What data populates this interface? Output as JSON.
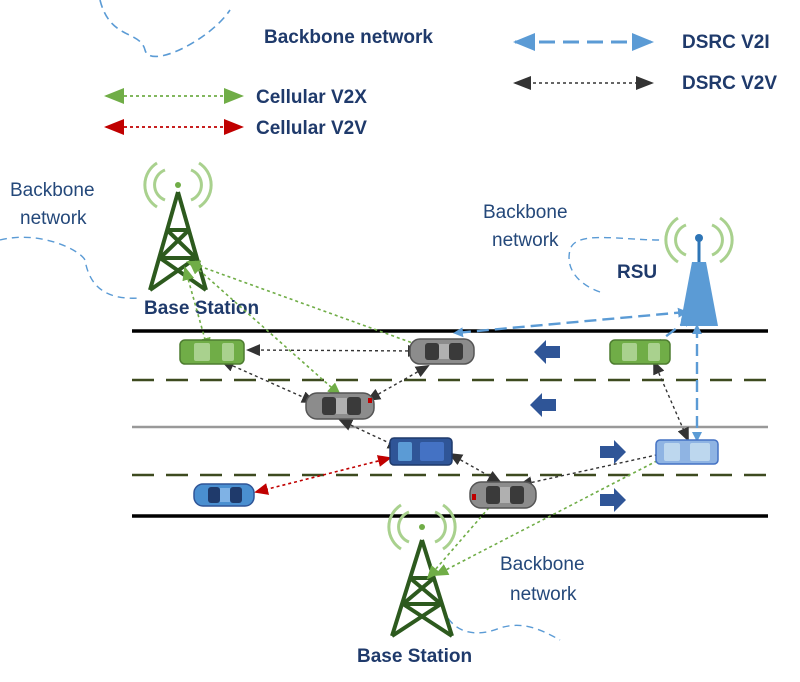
{
  "legend": {
    "backbone": "Backbone network",
    "dsrc_v2i": "DSRC V2I",
    "cellular_v2x": "Cellular V2X",
    "dsrc_v2v": "DSRC V2V",
    "cellular_v2v": "Cellular V2V"
  },
  "labels": {
    "bs_top_backbone_1": "Backbone",
    "bs_top_backbone_2": "network",
    "rsu_backbone_1": "Backbone",
    "rsu_backbone_2": "network",
    "bs_bottom_backbone_1": "Backbone",
    "bs_bottom_backbone_2": "network",
    "base_station_top": "Base Station",
    "base_station_bottom": "Base Station",
    "rsu": "RSU"
  },
  "colors": {
    "backbone": "#5b9bd5",
    "v2i": "#5b9bd5",
    "cellular_v2x": "#70ad47",
    "cellular_v2v": "#c00000",
    "dsrc_v2v": "#333333",
    "tower": "#2d5a1e",
    "signal": "#a9d18e",
    "road": "#000000",
    "lane_divider": "#3d4a1f",
    "median": "#999999",
    "traffic_arrow": "#2f5597"
  },
  "vehicles": [
    {
      "id": "green-car-left",
      "color": "green"
    },
    {
      "id": "gray-car-top",
      "color": "gray"
    },
    {
      "id": "green-car-right",
      "color": "green"
    },
    {
      "id": "gray-car-middle",
      "color": "gray"
    },
    {
      "id": "blue-bus",
      "color": "blue"
    },
    {
      "id": "light-blue-bus",
      "color": "lightblue"
    },
    {
      "id": "blue-car-small",
      "color": "blue"
    },
    {
      "id": "gray-car-bottom",
      "color": "gray"
    }
  ],
  "traffic_directions": [
    "left",
    "left",
    "right",
    "right"
  ]
}
